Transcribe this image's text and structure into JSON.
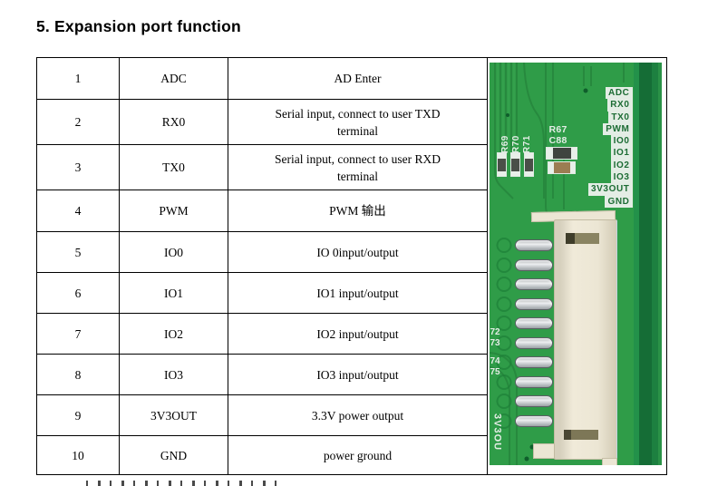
{
  "section": {
    "title": "5. Expansion port function"
  },
  "table": {
    "rows": [
      {
        "pin": "1",
        "name": "ADC",
        "desc": "AD Enter"
      },
      {
        "pin": "2",
        "name": "RX0",
        "desc": "Serial input, connect to user TXD\nterminal"
      },
      {
        "pin": "3",
        "name": "TX0",
        "desc": "Serial input, connect to user RXD\nterminal"
      },
      {
        "pin": "4",
        "name": "PWM",
        "desc": "PWM 输出"
      },
      {
        "pin": "5",
        "name": "IO0",
        "desc": "IO 0input/output"
      },
      {
        "pin": "6",
        "name": "IO1",
        "desc": "IO1 input/output"
      },
      {
        "pin": "7",
        "name": "IO2",
        "desc": "IO2 input/output"
      },
      {
        "pin": "8",
        "name": "IO3",
        "desc": "IO3 input/output"
      },
      {
        "pin": "9",
        "name": "3V3OUT",
        "desc": "3.3V power output"
      },
      {
        "pin": "10",
        "name": "GND",
        "desc": "power ground"
      }
    ]
  },
  "pcb_photo": {
    "pin_labels": [
      "ADC",
      "RX0",
      "TX0",
      "PWM",
      "IO0",
      "IO1",
      "IO2",
      "IO3",
      "3V3OUT",
      "GND"
    ],
    "silkscreen": {
      "vertical_refs": [
        "R69",
        "R70",
        "R71"
      ],
      "ref_r67": "R67",
      "ref_c88": "C88",
      "edge_refs": [
        "72",
        "73",
        "74",
        "75"
      ],
      "edge_vertical_label": "3V3OU"
    },
    "colors": {
      "board_green": "#2f9c48",
      "trace_green": "#27873d",
      "dark_strip_green": "#156d36",
      "silkscreen_white": "#e3ede5",
      "label_text_green": "#1c6c34",
      "connector_cream": "#ece6d4"
    }
  }
}
